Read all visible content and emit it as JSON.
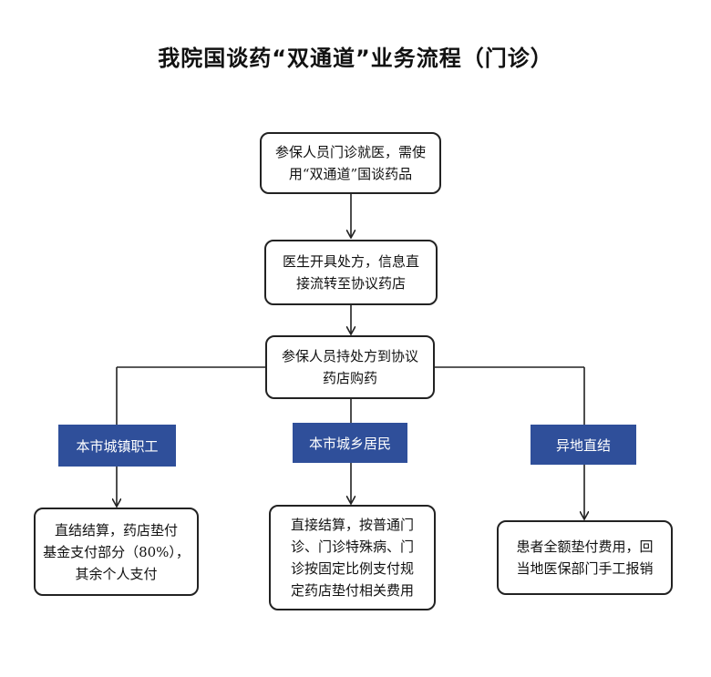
{
  "title": "我院国谈药“双通道”业务流程（门诊）",
  "steps": [
    "参保人员门诊就医，需使\n用“双通道”国谈药品",
    "医生开具处方，信息直\n接流转至协议药店",
    "参保人员持处方到协议\n药店购药"
  ],
  "branches": [
    {
      "label": "本市城镇职工",
      "result": "直结结算，药店垫付\n基金支付部分（80%），\n其余个人支付"
    },
    {
      "label": "本市城乡居民",
      "result": "直接结算，按普通门\n诊、门诊特殊病、门\n诊按固定比例支付规\n定药店垫付相关费用"
    },
    {
      "label": "异地直结",
      "result": "患者全额垫付费用，回\n当地医保部门手工报销"
    }
  ],
  "colors": {
    "tag_fill": "#2f4f9a",
    "tag_text": "#ffffff",
    "line": "#222222"
  }
}
